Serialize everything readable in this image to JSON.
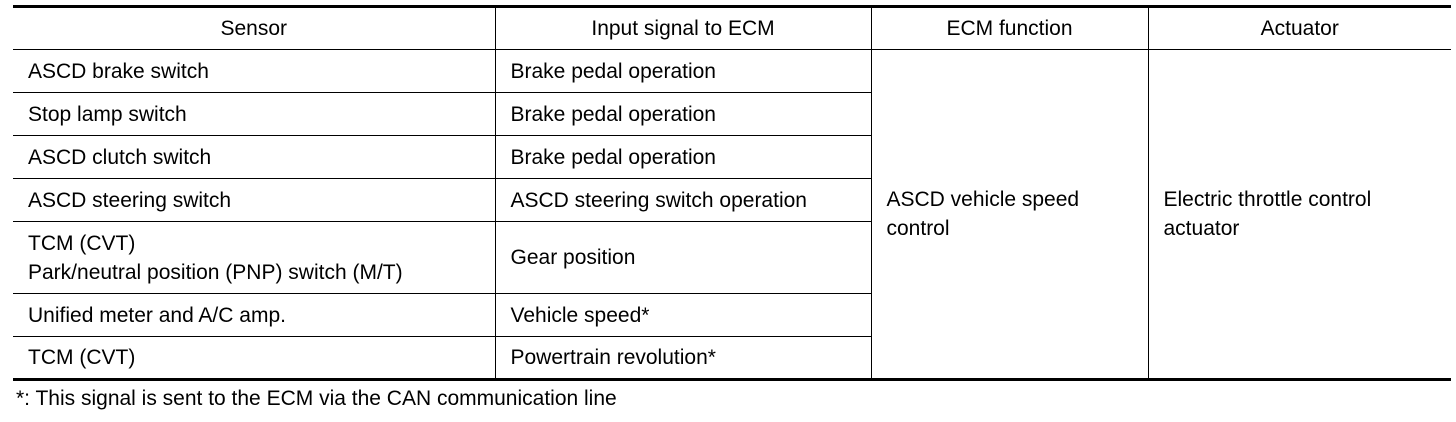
{
  "table": {
    "headers": [
      "Sensor",
      "Input signal to ECM",
      "ECM function",
      "Actuator"
    ],
    "rows": [
      {
        "sensor": "ASCD brake switch",
        "input": "Brake pedal operation"
      },
      {
        "sensor": "Stop lamp switch",
        "input": "Brake pedal operation"
      },
      {
        "sensor": "ASCD clutch switch",
        "input": "Brake pedal operation"
      },
      {
        "sensor": "ASCD steering switch",
        "input": "ASCD steering switch operation"
      },
      {
        "sensor_lines": [
          "TCM (CVT)",
          "Park/neutral position (PNP) switch (M/T)"
        ],
        "input": "Gear position"
      },
      {
        "sensor": "Unified meter and A/C amp.",
        "input": "Vehicle speed*"
      },
      {
        "sensor": "TCM (CVT)",
        "input": "Powertrain revolution*"
      }
    ],
    "ecm_function_lines": [
      "ASCD vehicle speed",
      "control"
    ],
    "actuator_lines": [
      "Electric throttle control",
      "actuator"
    ]
  },
  "footnote": "*: This signal is sent to the ECM via the CAN communication line"
}
